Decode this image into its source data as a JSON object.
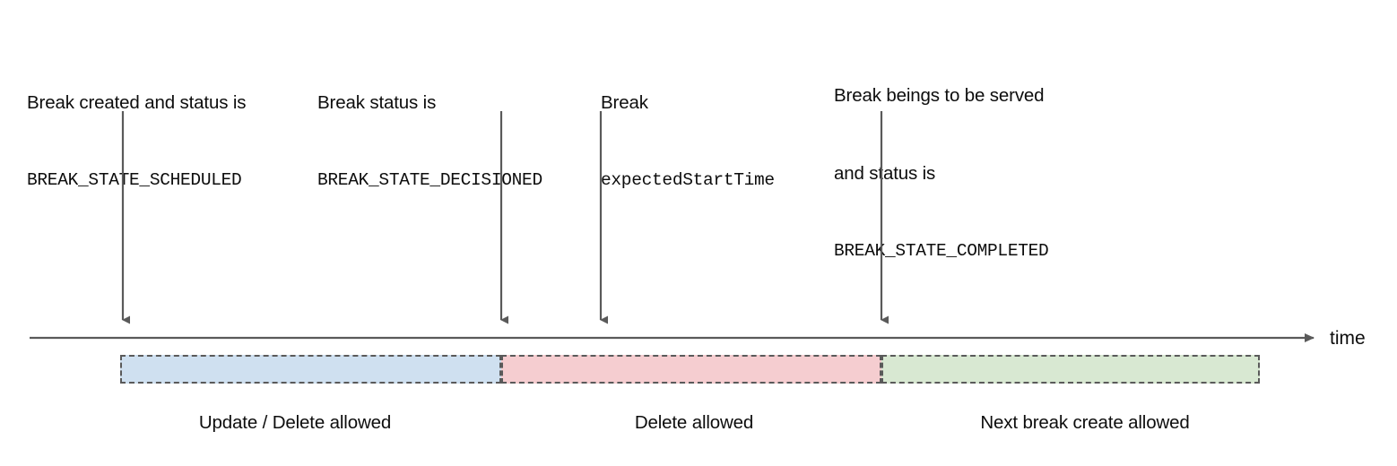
{
  "diagram": {
    "title": "Break lifecycle timeline",
    "axis": {
      "label": "time",
      "arrow_icon": "arrow-right-icon"
    },
    "colors": {
      "scheduled_fill": "#cfe0f0",
      "decisioned_fill": "#f5cdd0",
      "completed_fill": "#d8e8d2",
      "stroke": "#5a5a5a",
      "text": "#0d0d0d"
    },
    "events": [
      {
        "id": "scheduled",
        "line1": "Break created and status is",
        "line2": "BREAK_STATE_SCHEDULED",
        "arrow_icon": "arrow-down-icon"
      },
      {
        "id": "decisioned",
        "line1": "Break status is",
        "line2": "BREAK_STATE_DECISIONED",
        "arrow_icon": "arrow-down-icon"
      },
      {
        "id": "expected-start-time",
        "line1": "Break",
        "line2": "expectedStartTime",
        "arrow_icon": "arrow-down-icon"
      },
      {
        "id": "completed",
        "line1": "Break beings to be served",
        "line2": "and status is",
        "line3": "BREAK_STATE_COMPLETED",
        "arrow_icon": "arrow-down-icon"
      }
    ],
    "phases": [
      {
        "id": "update-delete",
        "caption": "Update / Delete allowed"
      },
      {
        "id": "delete",
        "caption": "Delete allowed"
      },
      {
        "id": "next-break",
        "caption": "Next break create allowed"
      }
    ]
  }
}
